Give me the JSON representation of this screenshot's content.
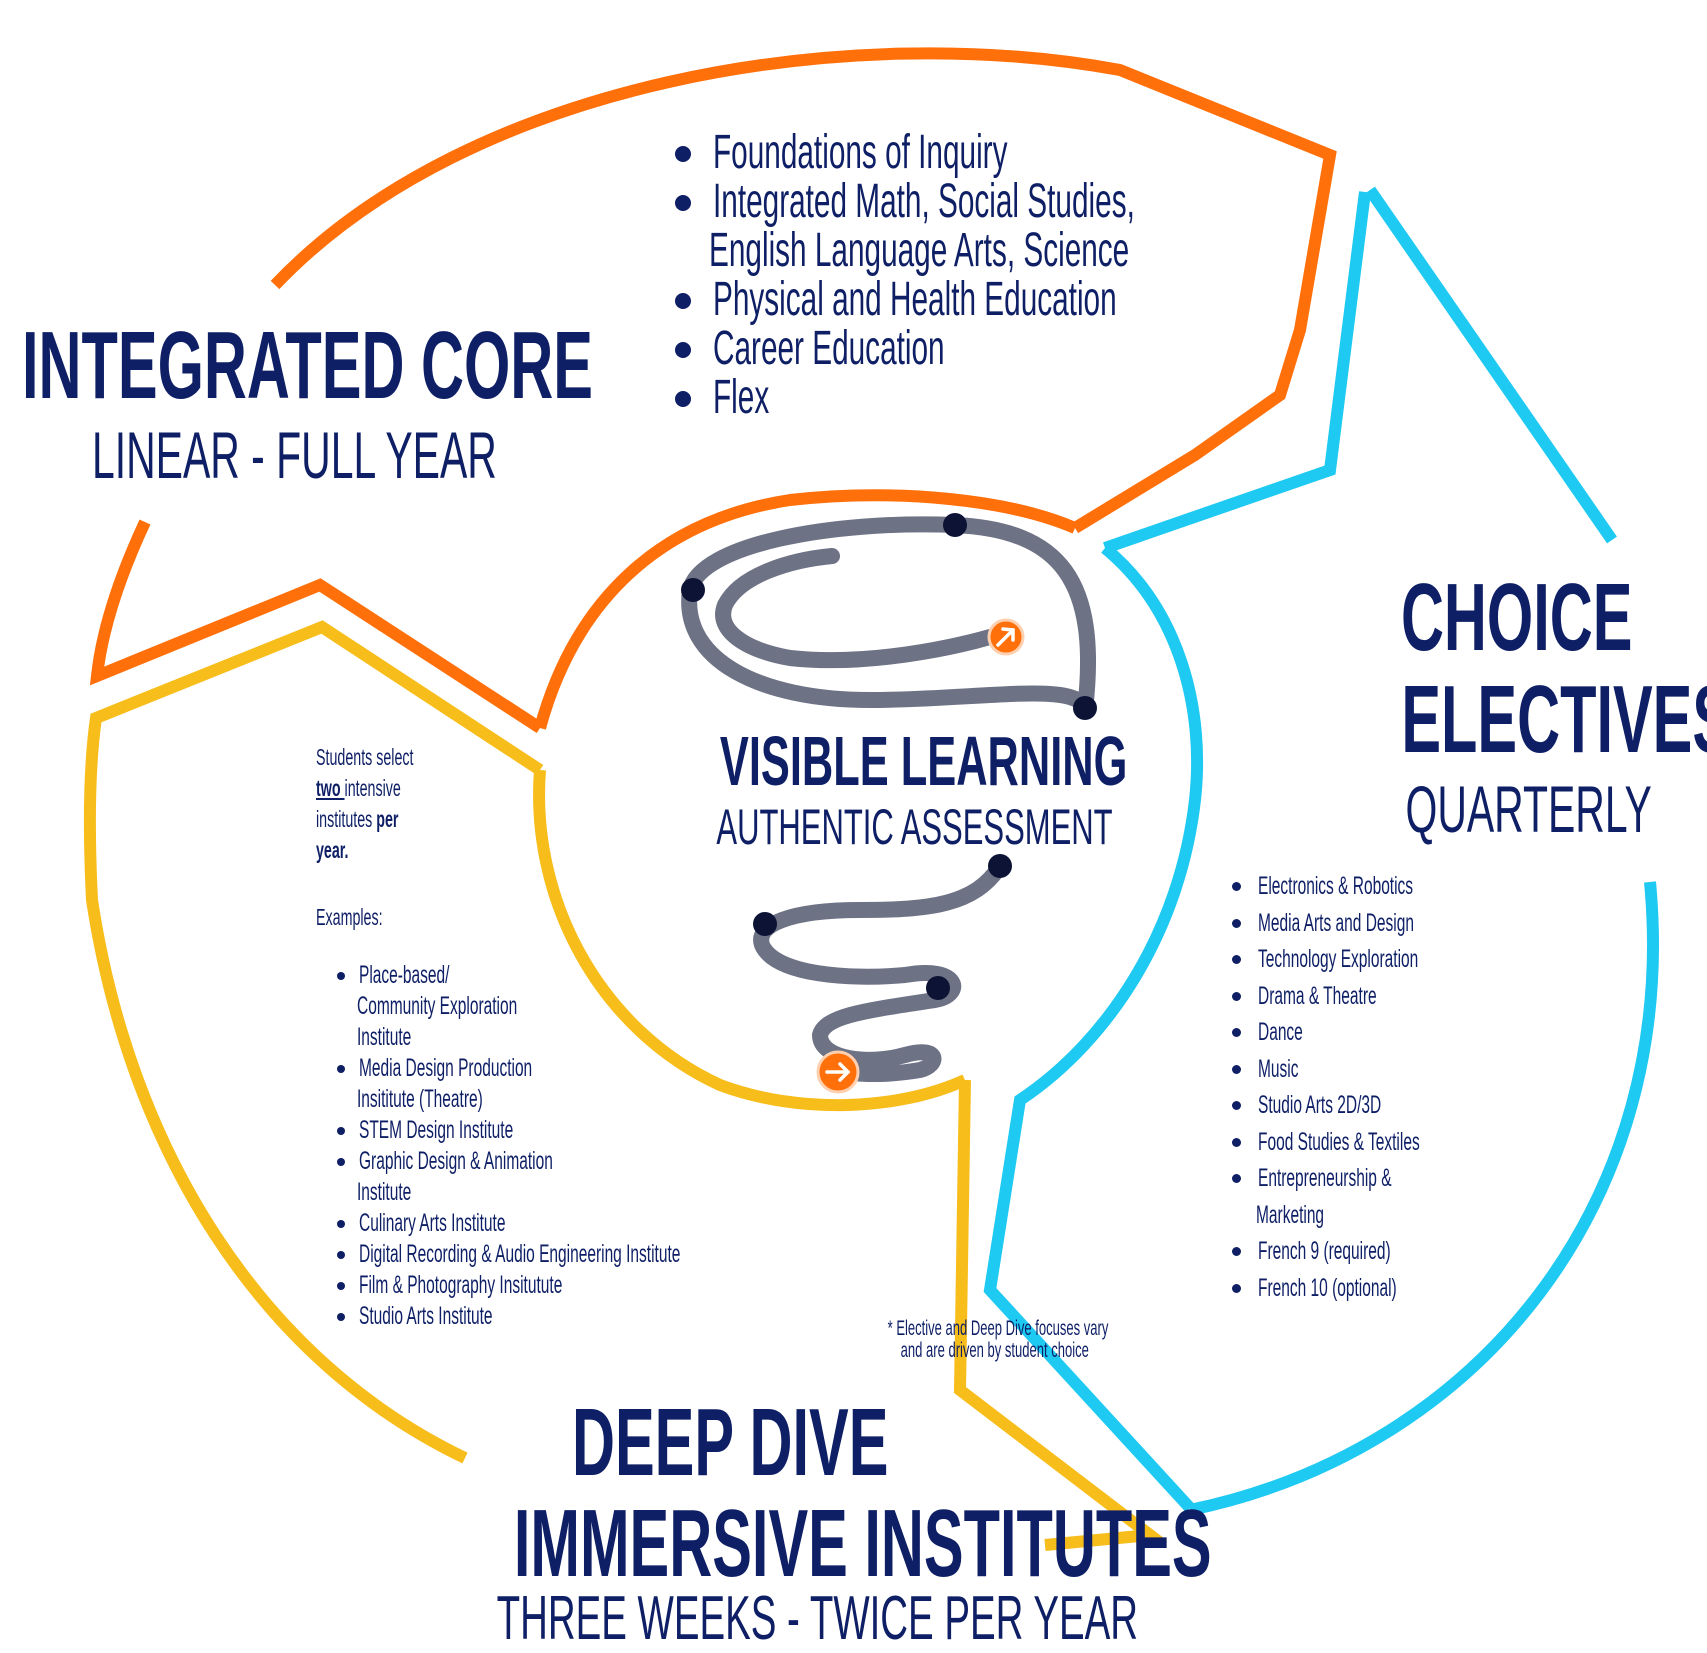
{
  "colors": {
    "navy": "#0e1f66",
    "orange": "#ff6f0a",
    "cyan": "#1ec9f2",
    "yellow": "#f7bd1b",
    "spiral": "#6e7285",
    "dot": "#0c1335"
  },
  "integrated_core": {
    "title": "INTEGRATED CORE",
    "subtitle": "LINEAR - FULL YEAR",
    "items": [
      "Foundations of Inquiry",
      "Integrated Math, Social Studies,",
      "English Language Arts, Science",
      "Physical and Health Education",
      "Career Education",
      "Flex"
    ]
  },
  "choice_electives": {
    "title_line1": "CHOICE",
    "title_line2": "ELECTIVES",
    "subtitle": "QUARTERLY",
    "items": [
      "Electronics  & Robotics",
      "Media Arts and Design",
      "Technology Exploration",
      "Drama & Theatre",
      "Dance",
      "Music",
      "Studio Arts 2D/3D",
      "Food Studies & Textiles",
      "Entrepreneurship &",
      "Marketing",
      "French 9 (required)",
      "French 10 (optional)"
    ]
  },
  "center": {
    "title": "VISIBLE LEARNING",
    "subtitle": "AUTHENTIC ASSESSMENT"
  },
  "deep_dive": {
    "title_line1": "DEEP DIVE",
    "title_line2": "IMMERSIVE INSTITUTES",
    "subtitle": "THREE WEEKS - TWICE PER YEAR",
    "intro_1": "Students select",
    "intro_2_bold": "two ",
    "intro_2_rest": "intensive",
    "intro_3_a": "institutes ",
    "intro_3_bold": "per",
    "intro_4_bold": "year.",
    "examples_label": "Examples:",
    "items": [
      "Place-based/",
      "Community Exploration",
      "Institute",
      "Media Design Production",
      "Insititute (Theatre)",
      "STEM Design Institute",
      "Graphic Design & Animation",
      "Institute",
      "Culinary Arts Institute",
      "Digital Recording & Audio Engineering Institute",
      "Film & Photography Insitutute",
      "Studio Arts Institute"
    ]
  },
  "footnote_line1": "* Elective and Deep Dive focuses vary",
  "footnote_line2": "and are driven by student choice"
}
